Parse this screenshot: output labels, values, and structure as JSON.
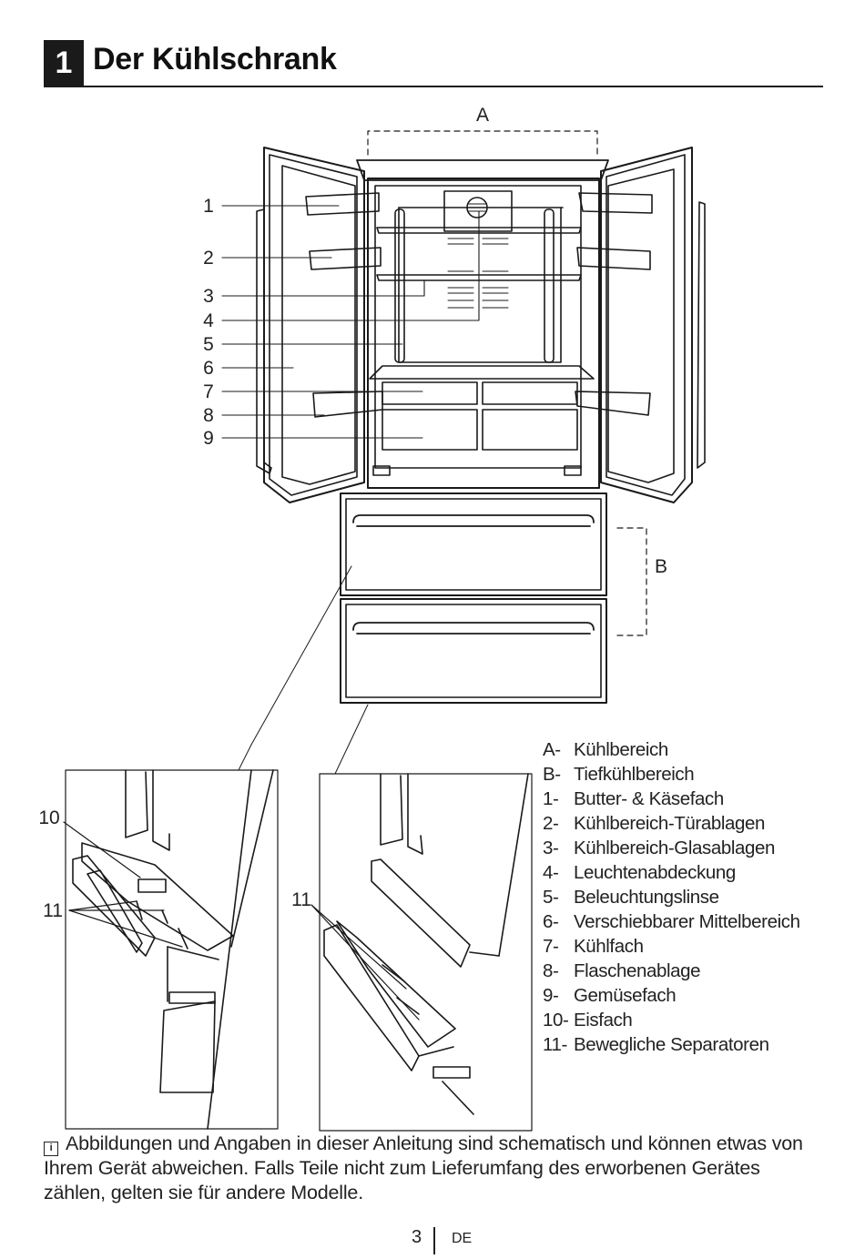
{
  "header": {
    "chapter_number": "1",
    "title": "Der Kühlschrank"
  },
  "diagram": {
    "letters": {
      "a": "A",
      "b": "B"
    },
    "numbers": [
      "1",
      "2",
      "3",
      "4",
      "5",
      "6",
      "7",
      "8",
      "9"
    ],
    "detail_left": {
      "label_10": "10",
      "label_11": "11"
    },
    "detail_right": {
      "label_11": "11"
    }
  },
  "legend": [
    {
      "key": "A-",
      "text": "Kühlbereich"
    },
    {
      "key": "B-",
      "text": "Tiefkühlbereich"
    },
    {
      "key": "1-",
      "text": "Butter- & Käsefach"
    },
    {
      "key": "2-",
      "text": "Kühlbereich-Türablagen"
    },
    {
      "key": "3-",
      "text": "Kühlbereich-Glasablagen"
    },
    {
      "key": "4-",
      "text": "Leuchtenabdeckung"
    },
    {
      "key": "5-",
      "text": "Beleuchtungslinse"
    },
    {
      "key": "6-",
      "text": "Verschiebbarer Mittelbereich"
    },
    {
      "key": "7-",
      "text": "Kühlfach"
    },
    {
      "key": "8-",
      "text": "Flaschenablage"
    },
    {
      "key": "9-",
      "text": "Gemüsefach"
    },
    {
      "key": "10-",
      "text": "Eisfach"
    },
    {
      "key": "11-",
      "text": "Bewegliche Separatoren"
    }
  ],
  "note": {
    "icon": "info-icon",
    "text": "Abbildungen und Angaben in dieser Anleitung sind schematisch und können etwas von Ihrem Gerät abweichen. Falls Teile nicht zum Lieferumfang des erworbenen Gerätes zählen, gelten sie für andere Modelle."
  },
  "footer": {
    "page": "3",
    "lang": "DE"
  }
}
